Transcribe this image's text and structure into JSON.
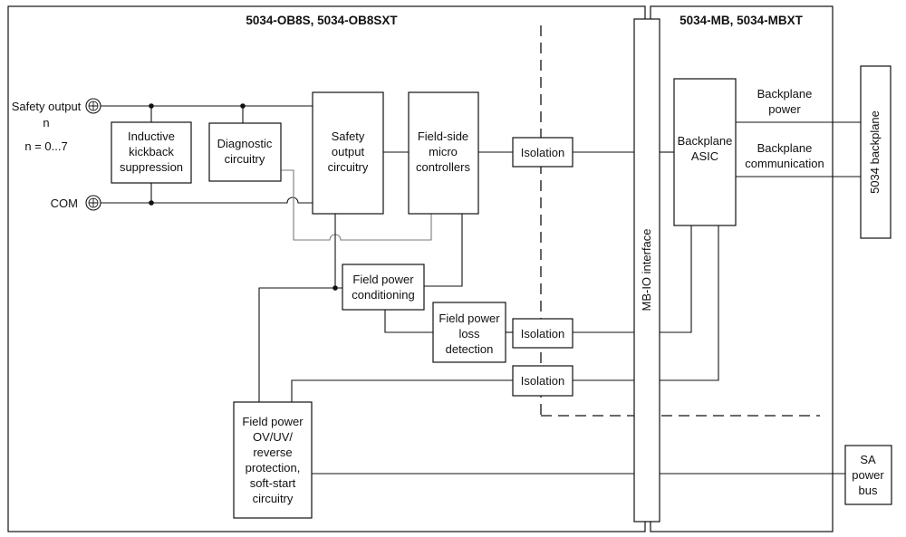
{
  "module_frames": {
    "output_module_title": "5034-OB8S, 5034-OB8SXT",
    "base_module_title": "5034-MB, 5034-MBXT"
  },
  "terminals": {
    "safety_output_line1": "Safety output",
    "safety_output_line2": "n",
    "n_range": "n = 0...7",
    "com": "COM"
  },
  "blocks": {
    "inductive": [
      "Inductive",
      "kickback",
      "suppression"
    ],
    "diagnostic": [
      "Diagnostic",
      "circuitry"
    ],
    "safety_output": [
      "Safety",
      "output",
      "circuitry"
    ],
    "field_side": [
      "Field-side",
      "micro",
      "controllers"
    ],
    "isolation_top": "Isolation",
    "field_power_conditioning": [
      "Field power",
      "conditioning"
    ],
    "field_power_loss": [
      "Field power",
      "loss",
      "detection"
    ],
    "isolation_mid": "Isolation",
    "isolation_low": "Isolation",
    "field_power_protection": [
      "Field power",
      "OV/UV/",
      "reverse",
      "protection,",
      "soft-start",
      "circuitry"
    ],
    "mb_io_interface": "MB-IO interface",
    "backplane_asic": [
      "Backplane",
      "ASIC"
    ],
    "backplane_power": [
      "Backplane",
      "power"
    ],
    "backplane_communication": [
      "Backplane",
      "communication"
    ],
    "backplane_5034": "5034 backplane",
    "sa_power_bus": [
      "SA",
      "power",
      "bus"
    ]
  }
}
